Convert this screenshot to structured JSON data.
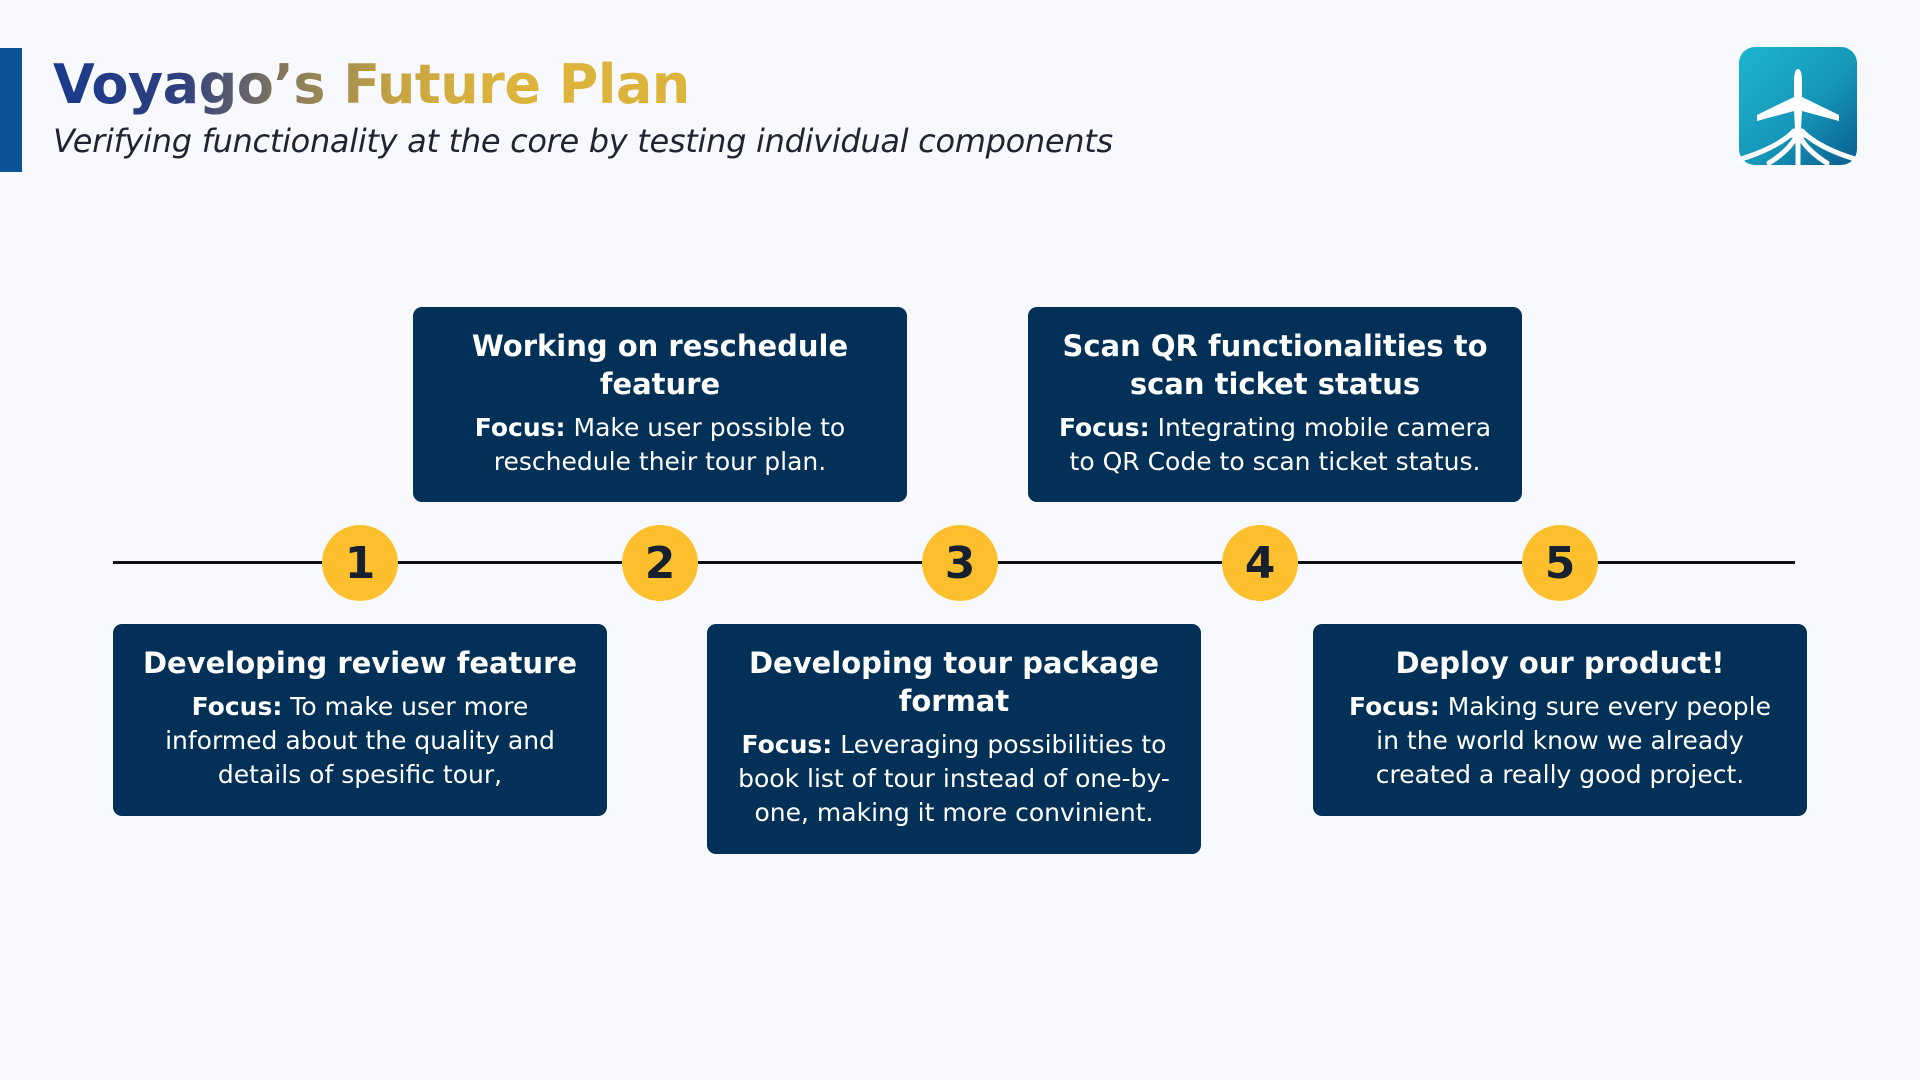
{
  "header": {
    "title": "Voyago’s Future Plan",
    "subtitle": "Verifying functionality at the core by testing individual components"
  },
  "colors": {
    "card": "#023056",
    "marker": "#fcc02e",
    "accent_bar": "#0b5394",
    "title_start": "#1a3a8c",
    "title_end": "#dcb43b",
    "logo": "#1597b8"
  },
  "logo": {
    "icon": "airplane-icon"
  },
  "timeline": {
    "steps": [
      {
        "number": "1",
        "title": "Developing review feature",
        "focus_label": "Focus:",
        "focus_text": "To make user more informed about the quality and details of spesific tour,"
      },
      {
        "number": "2",
        "title": "Working on reschedule feature",
        "focus_label": "Focus:",
        "focus_text": "Make user possible to reschedule their tour plan."
      },
      {
        "number": "3",
        "title": "Developing tour package format",
        "focus_label": "Focus:",
        "focus_text": "Leveraging possibilities to book list of tour instead of one-by-one, making it more convinient."
      },
      {
        "number": "4",
        "title": "Scan QR functionalities to scan ticket status",
        "focus_label": "Focus:",
        "focus_text": "Integrating mobile camera to QR Code to scan ticket status."
      },
      {
        "number": "5",
        "title": "Deploy our product!",
        "focus_label": "Focus:",
        "focus_text": "Making sure every people in the world know we already created a really good project."
      }
    ]
  }
}
